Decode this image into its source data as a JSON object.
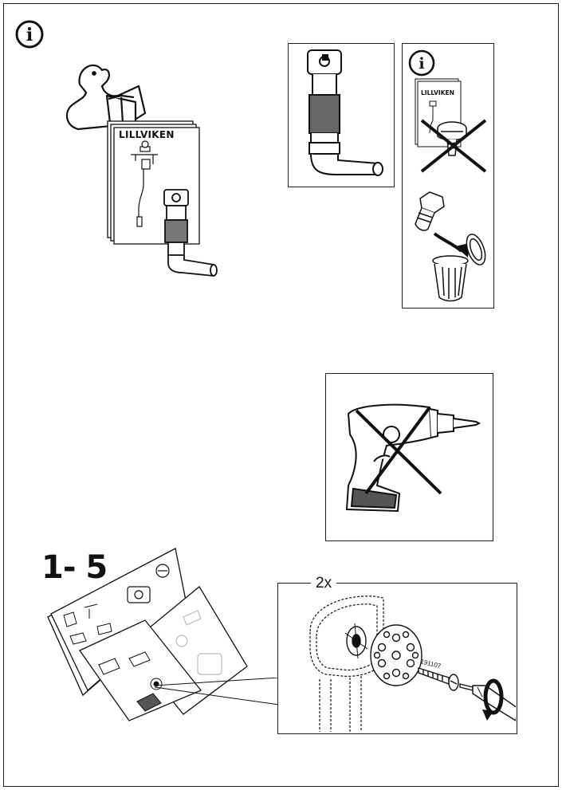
{
  "page": {
    "info_icon_glyph": "i",
    "info_icon": "info-circle-icon"
  },
  "manual": {
    "title": "LILLVIKEN"
  },
  "steps_callout": {
    "range": "1- 5"
  },
  "screw_detail": {
    "quantity": "2x",
    "part_number": "191107"
  },
  "icons": {
    "reading_figure": "person-reading-icon",
    "drain": "drain-pipe-icon",
    "bolt_crossed": "crossed-out-bolt-icon",
    "bin": "trash-bin-icon",
    "drill_crossed": "crossed-out-drill-icon",
    "screwdriver": "screwdriver-icon",
    "rotation": "clockwise-arrow-icon"
  },
  "colors": {
    "ink": "#222222",
    "shade": "#555555",
    "light": "#dddddd"
  }
}
